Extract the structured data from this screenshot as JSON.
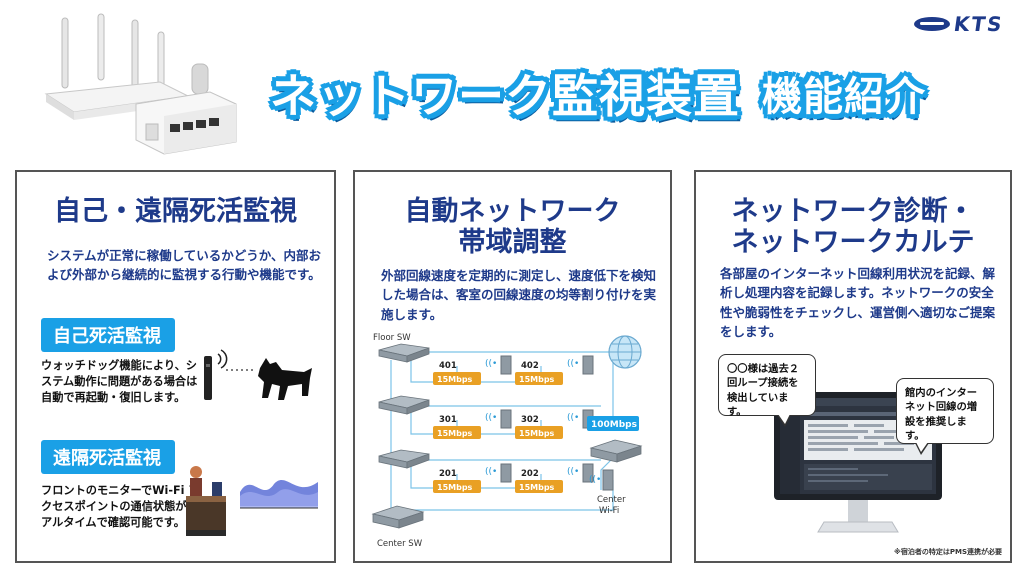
{
  "header": {
    "logo_text": "KTS",
    "title": "ネットワーク監視装置",
    "subtitle": "機能紹介"
  },
  "colors": {
    "accent": "#1aa0e6",
    "navy": "#1e3a8a",
    "speed_badge": "#e9a024"
  },
  "panel1": {
    "title": "自己・遠隔死活監視",
    "desc": "システムが正常に稼働しているかどうか、内部および外部から継続的に監視する行動や機能です。",
    "feature1": {
      "label": "自己死活監視",
      "desc": "ウォッチドッグ機能により、システム動作に問題がある場合は自動で再起動・復旧します。"
    },
    "feature2": {
      "label": "遠隔死活監視",
      "desc": "フロントのモニターでWi-Fi アクセスポイントの通信状態がリアルタイムで確認可能です。"
    }
  },
  "panel2": {
    "title_line1": "自動ネットワーク",
    "title_line2": "帯域調整",
    "desc": "外部回線速度を定期的に測定し、速度低下を検知した場合は、客室の回線速度の均等割り付けを実施します。",
    "diagram": {
      "floor_sw_label": "Floor SW",
      "center_sw_label": "Center SW",
      "center_wifi_line1": "Center",
      "center_wifi_line2": "Wi-Fi",
      "uplink_speed": "100Mbps",
      "rooms": [
        {
          "num": "401",
          "speed": "15Mbps"
        },
        {
          "num": "402",
          "speed": "15Mbps"
        },
        {
          "num": "301",
          "speed": "15Mbps"
        },
        {
          "num": "302",
          "speed": "15Mbps"
        },
        {
          "num": "201",
          "speed": "15Mbps"
        },
        {
          "num": "202",
          "speed": "15Mbps"
        }
      ]
    }
  },
  "panel3": {
    "title_line1": "ネットワーク診断・",
    "title_line2": "ネットワークカルテ",
    "desc": "各部屋のインターネット回線利用状況を記録、解析し処理内容を記録します。ネットワークの安全性や脆弱性をチェックし、運営側へ適切なご提案をします。",
    "bubble1": "〇〇様は過去２回ループ接続を検出しています。",
    "bubble2": "館内のインターネット回線の増設を推奨します。",
    "footnote": "※宿泊者の特定はPMS連携が必要"
  }
}
